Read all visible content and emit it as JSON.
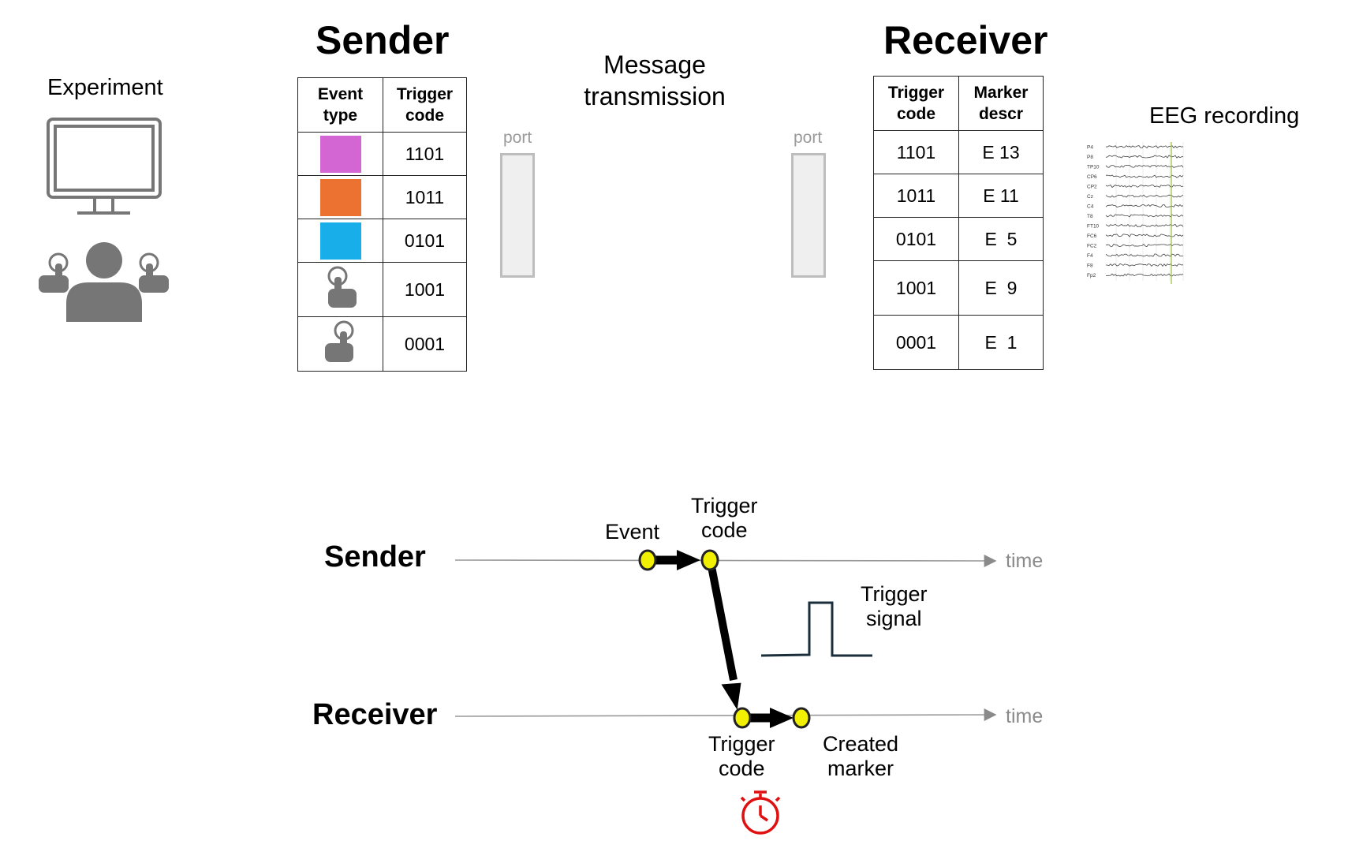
{
  "titles": {
    "sender": "Sender",
    "receiver": "Receiver"
  },
  "labels": {
    "experiment": "Experiment",
    "message_transmission": "Message\ntransmission",
    "port": "port",
    "eeg_recording": "EEG recording"
  },
  "sender_table": {
    "headers": [
      "Event\ntype",
      "Trigger\ncode"
    ],
    "rows": [
      {
        "event": "magenta-square",
        "color": "#d466d4",
        "code": "1101"
      },
      {
        "event": "orange-square",
        "color": "#ec7232",
        "code": "1011"
      },
      {
        "event": "blue-square",
        "color": "#17aee9",
        "code": "0101"
      },
      {
        "event": "left-touch-icon",
        "code": "1001"
      },
      {
        "event": "right-touch-icon",
        "code": "0001"
      }
    ]
  },
  "receiver_table": {
    "headers": [
      "Trigger\ncode",
      "Marker\ndescr"
    ],
    "rows": [
      {
        "code": "1101",
        "marker": "E 13"
      },
      {
        "code": "1011",
        "marker": "E 11"
      },
      {
        "code": "0101",
        "marker": "E  5"
      },
      {
        "code": "1001",
        "marker": "E  9"
      },
      {
        "code": "0001",
        "marker": "E  1"
      }
    ]
  },
  "eeg_channels": [
    "P4",
    "P8",
    "TP10",
    "CP6",
    "CP2",
    "Cz",
    "C4",
    "T8",
    "FT10",
    "FC6",
    "FC2",
    "F4",
    "F8",
    "Fp2"
  ],
  "timeline": {
    "sender_label": "Sender",
    "receiver_label": "Receiver",
    "time_label": "time",
    "event_label": "Event",
    "trigger_code_label": "Trigger\ncode",
    "trigger_signal_label": "Trigger\nsignal",
    "created_marker_label": "Created\nmarker"
  },
  "colors": {
    "node_fill": "#f0f000",
    "timer": "#e01010",
    "icon_grey": "#767676"
  }
}
